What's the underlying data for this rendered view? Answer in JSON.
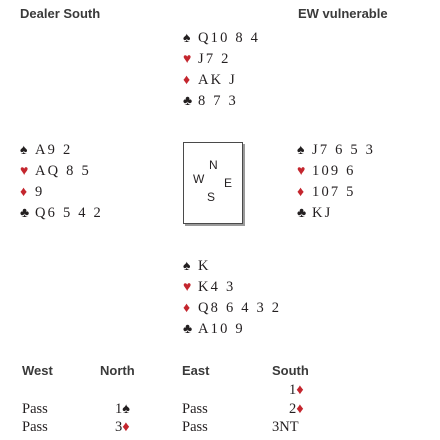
{
  "header": {
    "dealer": "Dealer South",
    "vulnerability": "EW vulnerable"
  },
  "suits": {
    "spade": {
      "symbol": "♠",
      "color": "#231f20",
      "icon": "spade-icon"
    },
    "heart": {
      "symbol": "♥",
      "color": "#c4262e",
      "icon": "heart-icon"
    },
    "diamond": {
      "symbol": "♦",
      "color": "#c4262e",
      "icon": "diamond-icon"
    },
    "club": {
      "symbol": "♣",
      "color": "#231f20",
      "icon": "club-icon"
    }
  },
  "hands": {
    "north": {
      "spades": "Q10 8 4",
      "hearts": "J7 2",
      "diamonds": "AK J",
      "clubs": "8 7 3"
    },
    "west": {
      "spades": "A9 2",
      "hearts": "AQ 8 5",
      "diamonds": "9",
      "clubs": "Q6 5 4 2"
    },
    "east": {
      "spades": "J7 6 5 3",
      "hearts": "109 6",
      "diamonds": "107 5",
      "clubs": "KJ"
    },
    "south": {
      "spades": "K",
      "hearts": "K4 3",
      "diamonds": "Q8 6 4 3 2",
      "clubs": "A10 9"
    }
  },
  "compass": {
    "n": "N",
    "w": "W",
    "e": "E",
    "s": "S"
  },
  "auction": {
    "headers": [
      "West",
      "North",
      "East",
      "South"
    ],
    "rows": [
      [
        "",
        "",
        "",
        "1♦"
      ],
      [
        "Pass",
        "1♠",
        "Pass",
        "2♦"
      ],
      [
        "Pass",
        "3♦",
        "Pass",
        "3NT"
      ]
    ]
  }
}
